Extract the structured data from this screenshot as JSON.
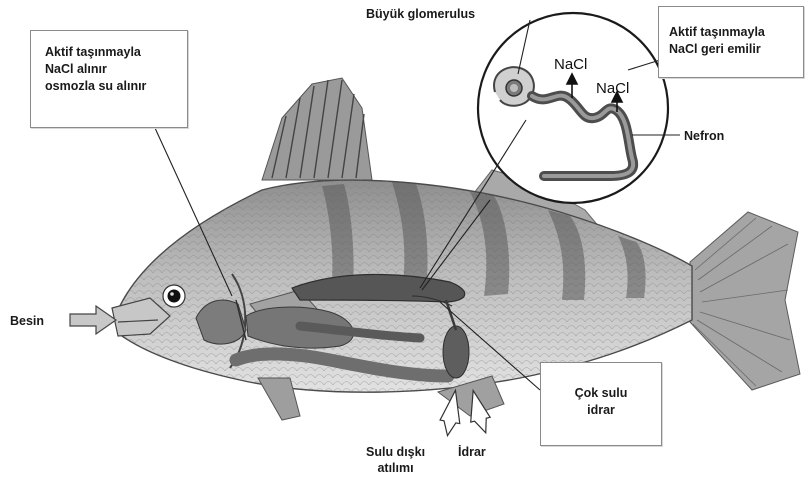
{
  "diagram": {
    "boxes": {
      "gills": "Aktif taşınmayla\nNaCl alınır\nosmozla su alınır",
      "reabsorb": "Aktif taşınmayla\nNaCl geri emilir",
      "urine": "Çok sulu\nidrar"
    },
    "labels": {
      "glomerulus": "Büyük glomerulus",
      "nacl_1": "NaCl",
      "nacl_2": "NaCl",
      "nephron": "Nefron",
      "food": "Besin",
      "feces": "Sulu dışkı\natılımı",
      "urine_out": "İdrar"
    },
    "colors": {
      "fish_body": "#b8b8b8",
      "organs": "#6e6e6e",
      "kidney": "#5a5a5a",
      "lines": "#222222"
    }
  }
}
